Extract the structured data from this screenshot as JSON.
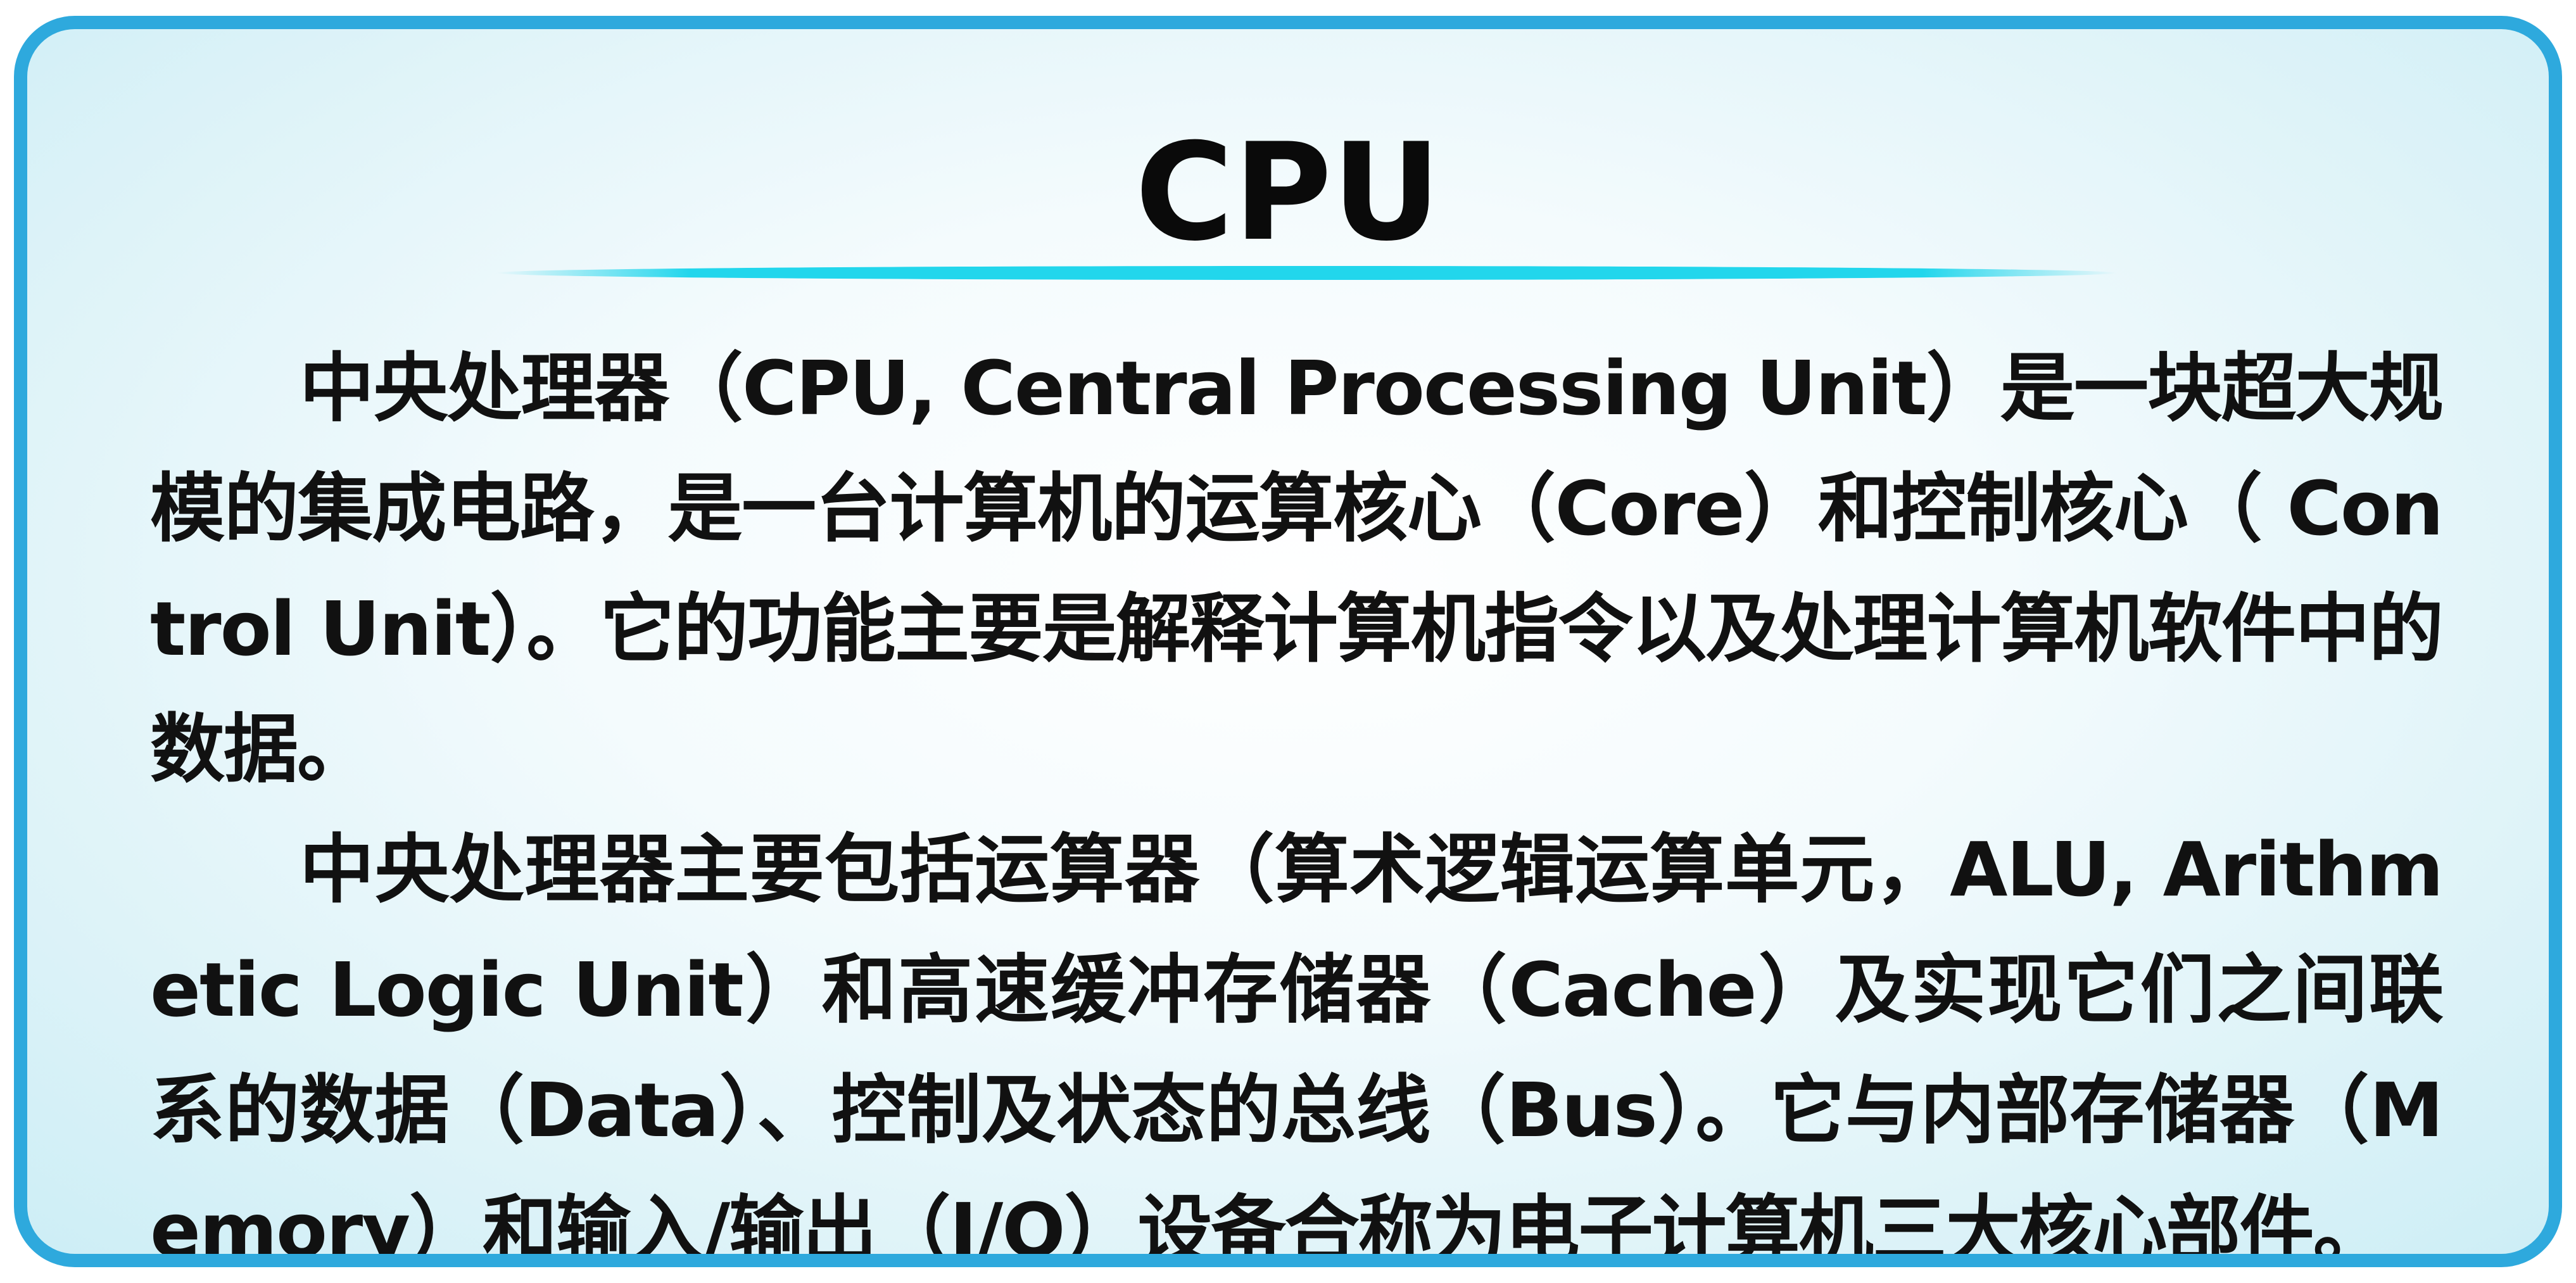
{
  "title": "CPU",
  "paragraphs": [
    "中央处理器（CPU, Central Processing Unit）是一块超大规模的集成电路，是一台计算机的运算核心（Core）和控制核心（ Control Unit）。它的功能主要是解释计算机指令以及处理计算机软件中的数据。",
    "中央处理器主要包括运算器（算术逻辑运算单元，ALU, Arithmetic Logic Unit）和高速缓冲存储器（Cache）及实现它们之间联系的数据（Data）、控制及状态的总线（Bus）。它与内部存储器（Memory）和输入/输出（I/O）设备合称为电子计算机三大核心部件。"
  ],
  "colors": {
    "border": "#2ea9dd",
    "title_rule": "#22d6ec",
    "background": "#def3f8",
    "text": "#111111"
  }
}
